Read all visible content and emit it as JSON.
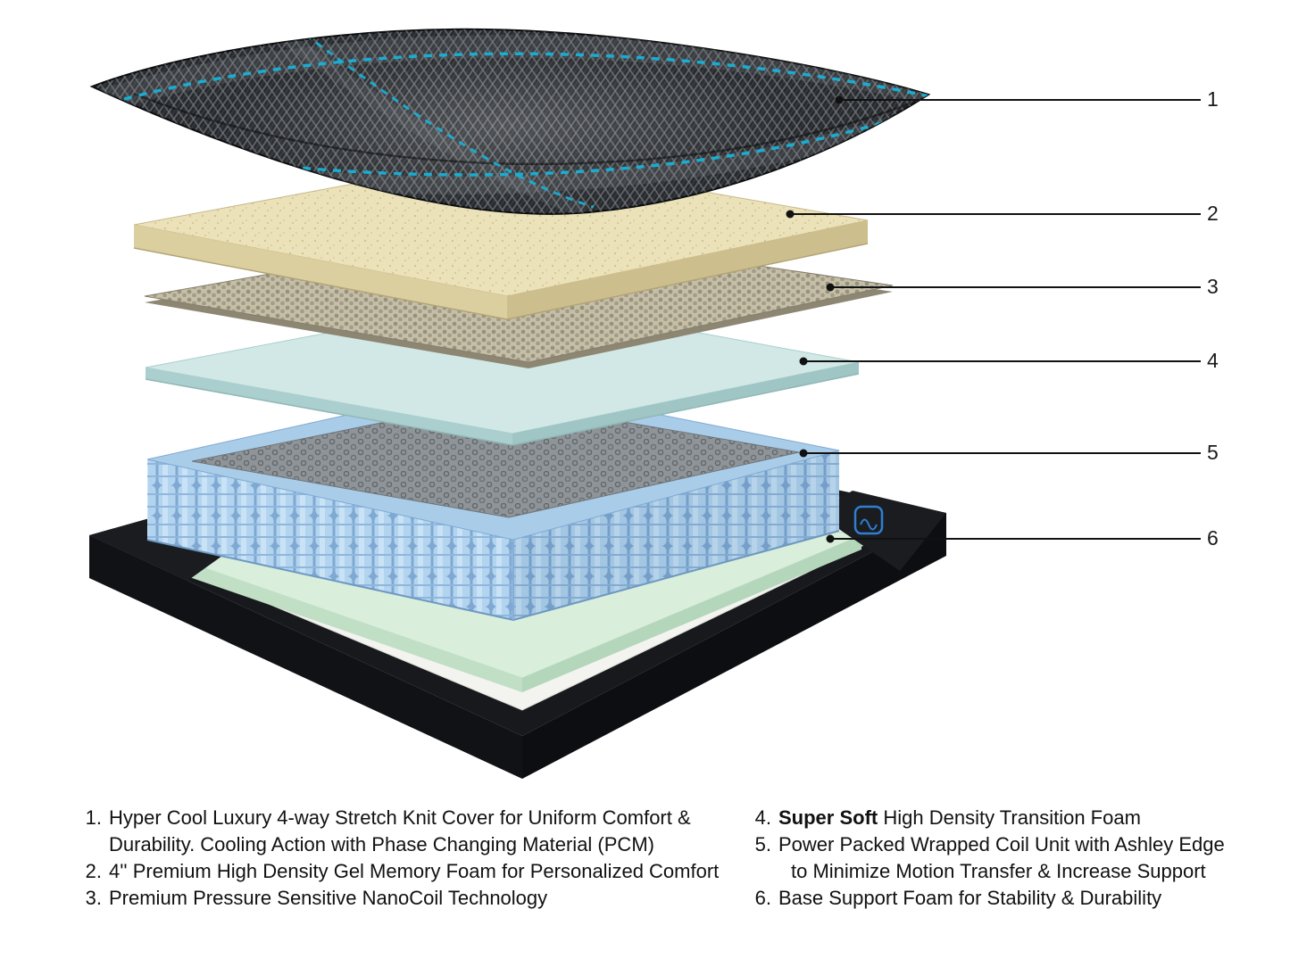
{
  "diagram": {
    "callouts": [
      {
        "label": "1"
      },
      {
        "label": "2"
      },
      {
        "label": "3"
      },
      {
        "label": "4"
      },
      {
        "label": "5"
      },
      {
        "label": "6"
      }
    ]
  },
  "legend": {
    "items_left": [
      {
        "num": "1.",
        "lines": [
          "Hyper Cool Luxury 4-way Stretch Knit Cover for Uniform Comfort &",
          "Durability. Cooling Action with Phase Changing Material (PCM)"
        ]
      },
      {
        "num": "2.",
        "lines": [
          "4'' Premium High Density Gel Memory Foam for Personalized Comfort"
        ]
      },
      {
        "num": "3.",
        "lines": [
          "Premium Pressure Sensitive NanoCoil Technology"
        ]
      }
    ],
    "items_right": [
      {
        "num": "4.",
        "bold": "Super Soft",
        "rest": " High Density Transition Foam"
      },
      {
        "num": "5.",
        "lines": [
          "Power Packed Wrapped Coil Unit with Ashley Edge",
          "to Minimize Motion Transfer & Increase Support"
        ]
      },
      {
        "num": "6.",
        "lines": [
          "Base Support Foam for Stability & Durability"
        ]
      }
    ]
  },
  "colors": {
    "accent_cyan": "#17b2d8",
    "cover_dark": "#26282b",
    "memory_foam_tan": "#ebe2ba",
    "nanocoil_taupe": "#c6bfa8",
    "transition_foam_aqua": "#d2e8e6",
    "coil_blue": "#b3d4ef",
    "base_foam_green": "#d9eedb",
    "base_black": "#17191d",
    "base_rim_white": "#f3f3ef",
    "logo_blue": "#2f7fd0",
    "callout_line": "#111111",
    "text": "#111111"
  }
}
